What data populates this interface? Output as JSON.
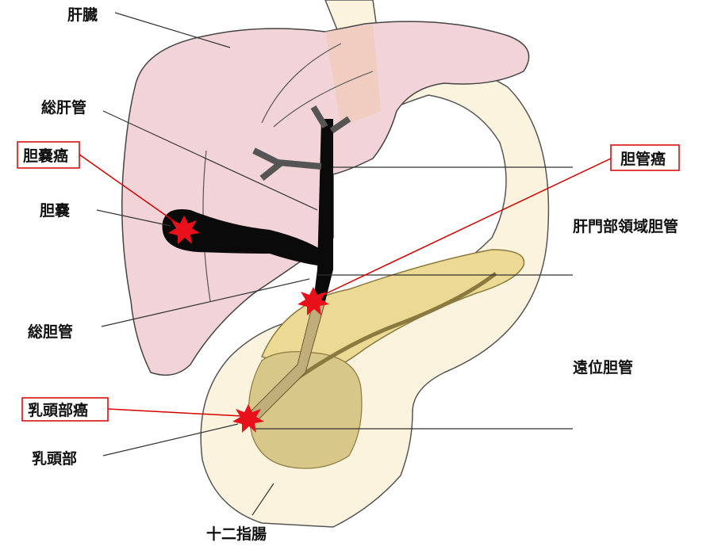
{
  "labels": {
    "liver": "肝臓",
    "common_hepatic_duct": "総肝管",
    "gallbladder": "胆嚢",
    "common_bile_duct": "総胆管",
    "papilla": "乳頭部",
    "duodenum": "十二指腸",
    "perihilar_bile_duct": "肝門部領域胆管",
    "distal_bile_duct": "遠位胆管"
  },
  "cancer_labels": {
    "gallbladder_cancer": "胆嚢癌",
    "bile_duct_cancer": "胆管癌",
    "papilla_cancer": "乳頭部癌"
  },
  "colors": {
    "liver": "#f2d3d8",
    "duodenum": "#fbf3de",
    "pancreas": "#ecd994",
    "pancreas_head": "#d7c88a",
    "duct": "#0a0a0a",
    "distal_duct": "#bfae7a",
    "cancer": "#e8101a",
    "callout": "#d40000"
  }
}
